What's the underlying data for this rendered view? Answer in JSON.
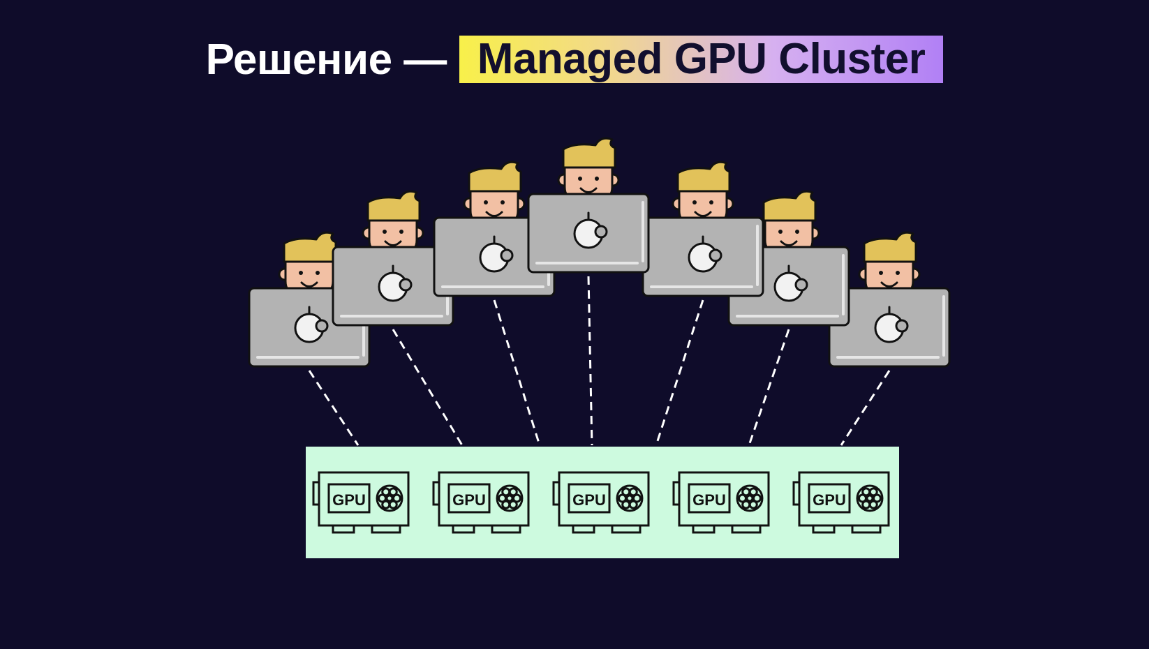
{
  "slide": {
    "title_plain": "Решение —",
    "title_highlight": "Managed GPU Cluster"
  },
  "colors": {
    "background": "#0f0c2a",
    "cluster_panel": "#cdfadf",
    "laptop": "#b3b3b3",
    "hair": "#e2c25a",
    "face": "#f2c0a4",
    "connection_line": "#ffffff"
  },
  "users": [
    {
      "icon": "developer-laptop-icon"
    },
    {
      "icon": "developer-laptop-icon"
    },
    {
      "icon": "developer-laptop-icon"
    },
    {
      "icon": "developer-laptop-icon"
    },
    {
      "icon": "developer-laptop-icon"
    },
    {
      "icon": "developer-laptop-icon"
    },
    {
      "icon": "developer-laptop-icon"
    }
  ],
  "cluster": {
    "gpu_label": "GPU",
    "gpus": [
      {
        "label": "GPU"
      },
      {
        "label": "GPU"
      },
      {
        "label": "GPU"
      },
      {
        "label": "GPU"
      },
      {
        "label": "GPU"
      }
    ]
  }
}
